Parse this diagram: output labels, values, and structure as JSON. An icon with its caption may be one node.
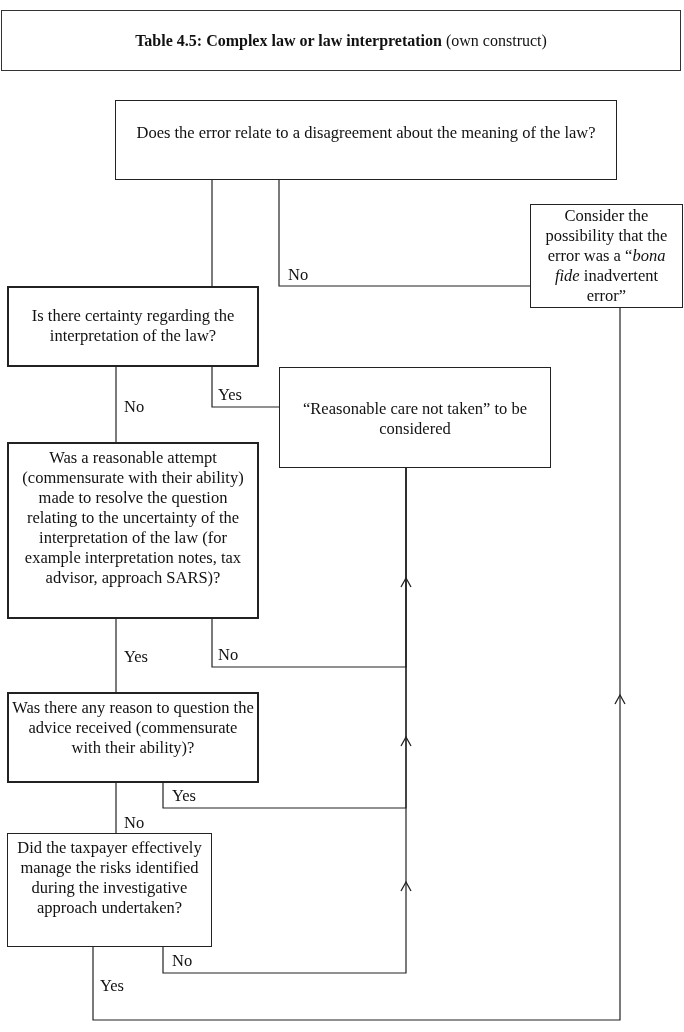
{
  "diagram": {
    "title": "**Table 4.5:  Complex law or law interpretation** (own construct)",
    "nodes": [
      {
        "text": [
          "Does the error relate to a disagreement about the meaning of the law?"
        ]
      },
      {
        "text": [
          "Consider the possibility that the error was a “*bona fide* inadvertent error”"
        ]
      },
      {
        "text": [
          "Is there certainty regarding the interpretation of the law?"
        ]
      },
      {
        "text": [
          "“Reasonable care not taken” to be considered"
        ]
      },
      {
        "text": [
          "Was a reasonable attempt (commensurate with their ability) made to resolve the question relating to the uncertainty of the interpretation of the law (for example interpretation notes, tax advisor, approach SARS)?"
        ]
      },
      {
        "text": [
          "Was there any reason to question the advice received (commensurate with their ability)?"
        ]
      },
      {
        "text": [
          "Did the taxpayer effectively manage the risks identified during the investigative approach undertaken?"
        ]
      }
    ],
    "edges": [
      {
        "from": 0,
        "to": 2,
        "arrow": "none"
      },
      {
        "from": 0,
        "to": 1,
        "arrow": "none",
        "label": "No"
      },
      {
        "from": 2,
        "to": 4,
        "arrow": "none",
        "label": "No"
      },
      {
        "from": 2,
        "to": 3,
        "arrow": "none",
        "label": "Yes"
      },
      {
        "from": 4,
        "to": 5,
        "arrow": "none",
        "label": "Yes"
      },
      {
        "from": 4,
        "to": 3,
        "arrow": "to",
        "label": "No"
      },
      {
        "from": 5,
        "to": 6,
        "arrow": "none",
        "label": "No"
      },
      {
        "from": 5,
        "to": 3,
        "arrow": "to",
        "label": "Yes"
      },
      {
        "from": 6,
        "to": 3,
        "arrow": "to",
        "label": "No"
      },
      {
        "from": 6,
        "to": 1,
        "arrow": "to",
        "label": "Yes"
      }
    ]
  }
}
